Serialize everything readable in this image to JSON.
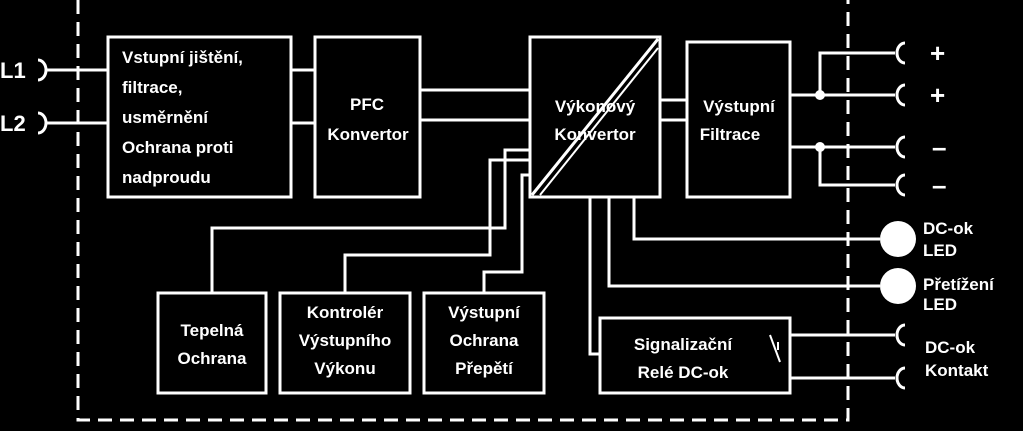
{
  "inputs": {
    "l1": "L1",
    "l2": "L2"
  },
  "blocks": {
    "input_protection": [
      "Vstupní jištění,",
      "filtrace,",
      "usměrnění",
      "Ochrana proti",
      "nadproudu"
    ],
    "pfc": [
      "PFC",
      "Konvertor"
    ],
    "power_converter": [
      "Výkonový",
      "Konvertor"
    ],
    "output_filter": [
      "Výstupní",
      "Filtrace"
    ],
    "thermal": [
      "Tepelná",
      "Ochrana"
    ],
    "power_controller": [
      "Kontrolér",
      "Výstupního",
      "Výkonu"
    ],
    "overvoltage": [
      "Výstupní",
      "Ochrana",
      "Přepětí"
    ],
    "relay": [
      "Signalizační",
      "Relé DC-ok"
    ]
  },
  "outputs": {
    "plus_1": "+",
    "plus_2": "+",
    "minus_1": "–",
    "minus_2": "–"
  },
  "indicators": {
    "dc_ok_led": [
      "DC-ok",
      "LED"
    ],
    "overload_led": [
      "Přetížení",
      "LED"
    ],
    "dc_ok_contact": [
      "DC-ok",
      "Kontakt"
    ]
  },
  "colors": {
    "background": "#000000",
    "foreground": "#ffffff"
  }
}
